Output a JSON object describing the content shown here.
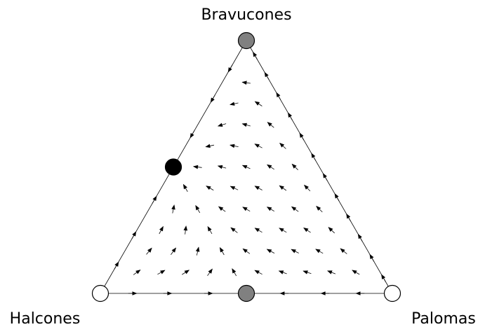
{
  "labels": {
    "top": "Bravucones",
    "left": "Halcones",
    "right": "Palomas"
  },
  "colors": {
    "stroke": "#000000",
    "unstable": "#ffffff",
    "saddle": "#808080",
    "stable": "#000000"
  },
  "equilibria": [
    {
      "name": "vertex-bravucones",
      "bary": [
        0,
        0,
        1
      ],
      "type": "saddle"
    },
    {
      "name": "vertex-halcones",
      "bary": [
        1,
        0,
        0
      ],
      "type": "unstable"
    },
    {
      "name": "vertex-palomas",
      "bary": [
        0,
        1,
        0
      ],
      "type": "unstable"
    },
    {
      "name": "edge-halcones-palomas",
      "bary": [
        0.5,
        0.5,
        0
      ],
      "type": "saddle"
    },
    {
      "name": "edge-halcones-bravucones",
      "bary": [
        0.5,
        0,
        0.5
      ],
      "type": "stable"
    }
  ]
}
